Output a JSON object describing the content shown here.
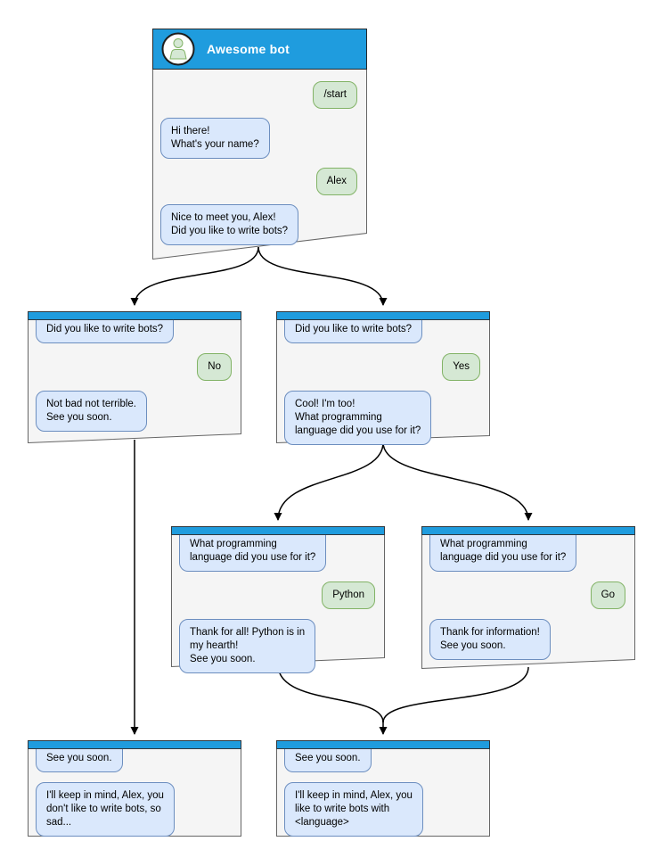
{
  "colors": {
    "header_blue": "#1F9CDE",
    "window_background": "#F5F5F5",
    "window_border": "#666666",
    "bot_bubble_fill": "#DAE8FC",
    "bot_bubble_border": "#6C8EBF",
    "user_bubble_fill": "#D5E8D4",
    "user_bubble_border": "#82B366",
    "title_text": "#FFFFFF",
    "arrow": "#000000"
  },
  "windows": {
    "start": {
      "title": "Awesome bot",
      "m1": "/start",
      "m2": "Hi there!\nWhat's your name?",
      "m3": "Alex",
      "m4": "Nice to meet you, Alex!\nDid you like to write bots?"
    },
    "branch_no": {
      "m1": "Did you like to write bots?",
      "m2": "No",
      "m3": "Not bad not terrible.\nSee you soon."
    },
    "branch_yes": {
      "m1": "Did you like to write bots?",
      "m2": "Yes",
      "m3": "Cool! I'm too!\nWhat programming\nlanguage did you use for it?"
    },
    "branch_python": {
      "m1": "What programming\nlanguage did you use for it?",
      "m2": "Python",
      "m3": "Thank for all! Python is in\nmy hearth!\nSee you soon."
    },
    "branch_go": {
      "m1": "What programming\nlanguage did you use for it?",
      "m2": "Go",
      "m3": "Thank for information!\nSee you soon."
    },
    "end_no": {
      "m1": "See you soon.",
      "m2": "I'll keep in mind, Alex, you\ndon't like to write bots, so\nsad..."
    },
    "end_yes": {
      "m1": "See you soon.",
      "m2": "I'll keep in mind, Alex, you\nlike to write bots with\n<language>"
    }
  }
}
